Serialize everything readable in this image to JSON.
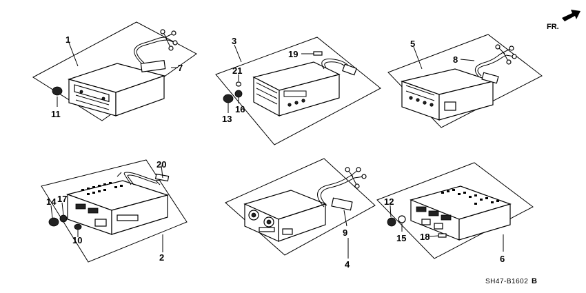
{
  "orientation": {
    "label": "FR.",
    "icon": "arrow-forward-icon"
  },
  "diagram_code": {
    "text": "SH47-B1602",
    "suffix": "B"
  },
  "callouts": {
    "c1": "1",
    "c2": "2",
    "c3": "3",
    "c4": "4",
    "c5": "5",
    "c6": "6",
    "c7": "7",
    "c8": "8",
    "c9": "9",
    "c10": "10",
    "c11": "11",
    "c12": "12",
    "c13": "13",
    "c14": "14",
    "c15": "15",
    "c16": "16",
    "c17": "17",
    "c18": "18",
    "c19": "19",
    "c20": "20",
    "c21": "21"
  }
}
